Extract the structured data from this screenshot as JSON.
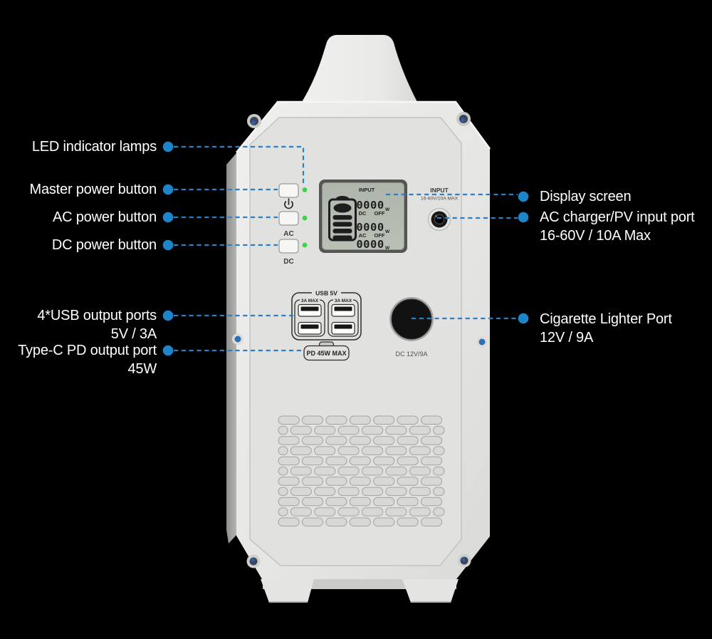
{
  "page": {
    "background": "#000000",
    "accent_blue": "#1d86c8",
    "dash_blue": "#2c7fc2",
    "led_green": "#3fd148"
  },
  "callouts": {
    "left": [
      {
        "label": "LED indicator lamps"
      },
      {
        "label": "Master power button"
      },
      {
        "label": "AC power button"
      },
      {
        "label": "DC power button"
      },
      {
        "label": "4*USB output ports",
        "sub": "5V / 3A"
      },
      {
        "label": "Type-C PD output port",
        "sub": "45W"
      }
    ],
    "right": [
      {
        "label": "Display screen"
      },
      {
        "label": "AC charger/PV input port",
        "sub": "16-60V / 10A Max"
      },
      {
        "label": "Cigarette Lighter Port",
        "sub": "12V / 9A"
      }
    ]
  },
  "device": {
    "buttons": {
      "ac_label": "AC",
      "dc_label": "DC"
    },
    "lcd": {
      "rows": [
        {
          "left": "INPUT",
          "right": "",
          "digits": "0000",
          "unit": "W"
        },
        {
          "left": "DC",
          "right": "OFF",
          "digits": "0000",
          "unit": "W"
        },
        {
          "left": "AC",
          "right": "OFF",
          "digits": "0000",
          "unit": "W"
        }
      ]
    },
    "input_port": {
      "line1": "INPUT",
      "line2": "16-60V/10A MAX"
    },
    "usb": {
      "group_label": "USB 5V",
      "block1_label": "3A MAX",
      "block2_label": "3A MAX",
      "pd_label": "PD 45W MAX"
    },
    "dc_port_label": "DC 12V/9A"
  }
}
